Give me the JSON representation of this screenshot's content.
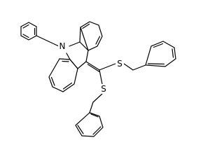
{
  "molecule": {
    "atoms": {
      "nitrogen": "N",
      "sulfur_1": "S",
      "sulfur_2": "S"
    },
    "colors": {
      "bond": "#000000",
      "label": "#000000",
      "background": "#ffffff"
    }
  }
}
